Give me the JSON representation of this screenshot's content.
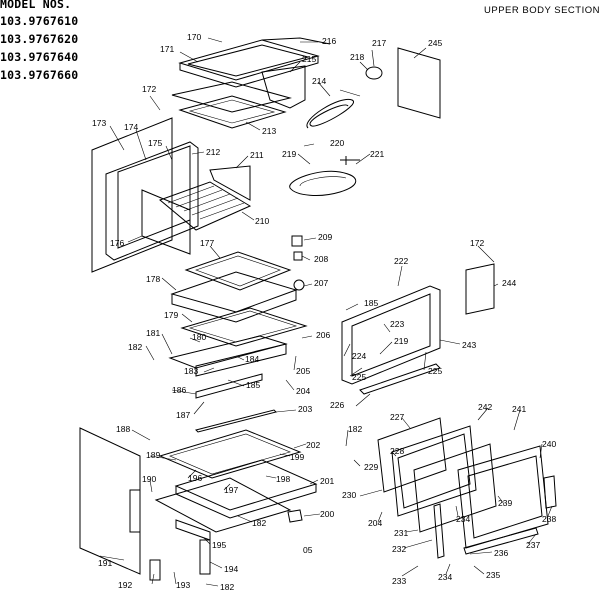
{
  "header": {
    "model_label": "MODEL NOS.",
    "models": [
      "103.9767610",
      "103.9767620",
      "103.9767640",
      "103.9767660"
    ],
    "section_title": "UPPER BODY SECTION"
  },
  "footer_code": "05",
  "callouts": [
    {
      "id": "170",
      "text": "170"
    },
    {
      "id": "216",
      "text": "216"
    },
    {
      "id": "217",
      "text": "217"
    },
    {
      "id": "245",
      "text": "245"
    },
    {
      "id": "171",
      "text": "171"
    },
    {
      "id": "215",
      "text": "215"
    },
    {
      "id": "218",
      "text": "218"
    },
    {
      "id": "172a",
      "text": "172"
    },
    {
      "id": "214",
      "text": "214"
    },
    {
      "id": "173",
      "text": "173"
    },
    {
      "id": "174",
      "text": "174"
    },
    {
      "id": "213",
      "text": "213"
    },
    {
      "id": "220",
      "text": "220"
    },
    {
      "id": "175",
      "text": "175"
    },
    {
      "id": "212",
      "text": "212"
    },
    {
      "id": "219a",
      "text": "219"
    },
    {
      "id": "221",
      "text": "221"
    },
    {
      "id": "211",
      "text": "211"
    },
    {
      "id": "210",
      "text": "210"
    },
    {
      "id": "176",
      "text": "176"
    },
    {
      "id": "209",
      "text": "209"
    },
    {
      "id": "177",
      "text": "177"
    },
    {
      "id": "208",
      "text": "208"
    },
    {
      "id": "172b",
      "text": "172"
    },
    {
      "id": "222",
      "text": "222"
    },
    {
      "id": "244",
      "text": "244"
    },
    {
      "id": "178",
      "text": "178"
    },
    {
      "id": "207",
      "text": "207"
    },
    {
      "id": "185a",
      "text": "185"
    },
    {
      "id": "179",
      "text": "179"
    },
    {
      "id": "223",
      "text": "223"
    },
    {
      "id": "180",
      "text": "180"
    },
    {
      "id": "206",
      "text": "206"
    },
    {
      "id": "219b",
      "text": "219"
    },
    {
      "id": "243",
      "text": "243"
    },
    {
      "id": "181",
      "text": "181"
    },
    {
      "id": "224",
      "text": "224"
    },
    {
      "id": "182a",
      "text": "182"
    },
    {
      "id": "184",
      "text": "184"
    },
    {
      "id": "183",
      "text": "183"
    },
    {
      "id": "205",
      "text": "205"
    },
    {
      "id": "225a",
      "text": "225"
    },
    {
      "id": "225b",
      "text": "225"
    },
    {
      "id": "185b",
      "text": "185"
    },
    {
      "id": "186",
      "text": "186"
    },
    {
      "id": "204a",
      "text": "204"
    },
    {
      "id": "226",
      "text": "226"
    },
    {
      "id": "187",
      "text": "187"
    },
    {
      "id": "203",
      "text": "203"
    },
    {
      "id": "227",
      "text": "227"
    },
    {
      "id": "242",
      "text": "242"
    },
    {
      "id": "241",
      "text": "241"
    },
    {
      "id": "188",
      "text": "188"
    },
    {
      "id": "182b",
      "text": "182"
    },
    {
      "id": "202",
      "text": "202"
    },
    {
      "id": "228",
      "text": "228"
    },
    {
      "id": "240",
      "text": "240"
    },
    {
      "id": "189",
      "text": "189"
    },
    {
      "id": "199",
      "text": "199"
    },
    {
      "id": "229",
      "text": "229"
    },
    {
      "id": "196",
      "text": "196"
    },
    {
      "id": "198",
      "text": "198"
    },
    {
      "id": "201",
      "text": "201"
    },
    {
      "id": "190",
      "text": "190"
    },
    {
      "id": "197",
      "text": "197"
    },
    {
      "id": "230",
      "text": "230"
    },
    {
      "id": "239",
      "text": "239"
    },
    {
      "id": "200",
      "text": "200"
    },
    {
      "id": "204b",
      "text": "204"
    },
    {
      "id": "234a",
      "text": "234"
    },
    {
      "id": "238",
      "text": "238"
    },
    {
      "id": "182c",
      "text": "182"
    },
    {
      "id": "231",
      "text": "231"
    },
    {
      "id": "195",
      "text": "195"
    },
    {
      "id": "237",
      "text": "237"
    },
    {
      "id": "232",
      "text": "232"
    },
    {
      "id": "236",
      "text": "236"
    },
    {
      "id": "191",
      "text": "191"
    },
    {
      "id": "194",
      "text": "194"
    },
    {
      "id": "233",
      "text": "233"
    },
    {
      "id": "234b",
      "text": "234"
    },
    {
      "id": "235",
      "text": "235"
    },
    {
      "id": "192",
      "text": "192"
    },
    {
      "id": "193",
      "text": "193"
    },
    {
      "id": "182d",
      "text": "182"
    }
  ]
}
